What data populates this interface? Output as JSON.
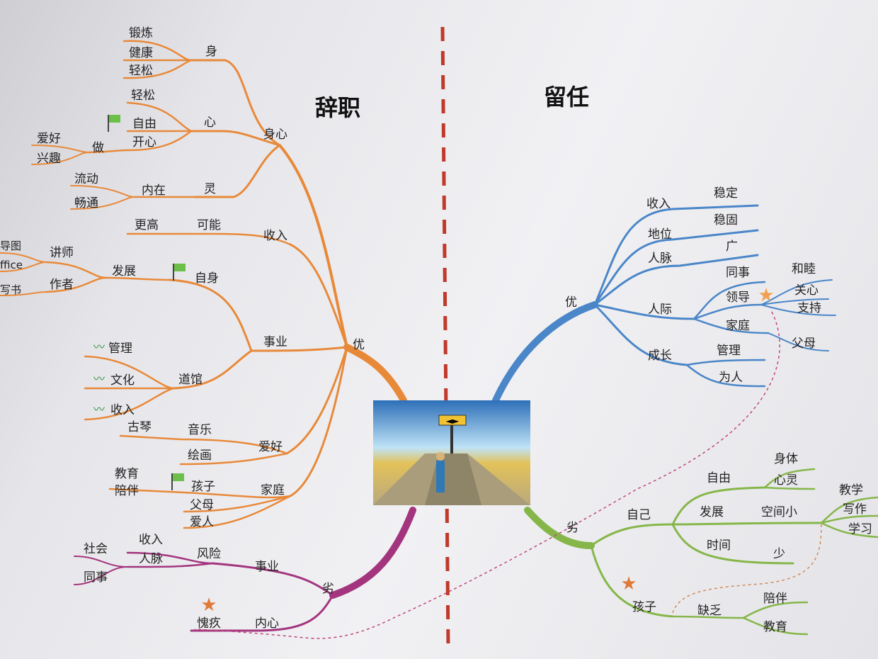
{
  "titles": {
    "quit": "辞职",
    "stay": "留任"
  },
  "colors": {
    "quit_pros": "#e8893a",
    "stay_pros": "#4a86c8",
    "stay_cons": "#86b64a",
    "quit_cons": "#a3357f",
    "divider": "#c0392b",
    "star": "#e07a3a",
    "flag": "#6cc04a"
  },
  "center_image": {
    "icon": "crossroads-photo-icon"
  },
  "quit": {
    "pros": {
      "label": "优",
      "body_mind": {
        "label": "身心",
        "body": {
          "label": "身",
          "items": [
            "锻炼",
            "健康",
            "轻松"
          ]
        },
        "mind": {
          "label": "心",
          "items": [
            "轻松",
            "自由",
            "开心"
          ]
        },
        "do": {
          "label": "做",
          "items": [
            "爱好",
            "兴趣"
          ]
        },
        "spirit": {
          "label": "灵",
          "inner": "内在",
          "items": [
            "流动",
            "畅通"
          ]
        }
      },
      "income": {
        "label": "收入",
        "possible": "可能",
        "higher": "更高"
      },
      "career": {
        "label": "事业",
        "self": {
          "label": "自身",
          "develop": "发展"
        },
        "lecturer": {
          "label": "讲师",
          "items": [
            "导图",
            "ffice"
          ]
        },
        "author": {
          "label": "作者",
          "items": [
            "写书"
          ]
        },
        "dojo": {
          "label": "道馆",
          "items": [
            "管理",
            "文化",
            "收入"
          ]
        }
      },
      "hobby": {
        "label": "爱好",
        "music": "音乐",
        "guqin": "古琴",
        "painting": "绘画"
      },
      "family": {
        "label": "家庭",
        "child": "孩子",
        "child_items": [
          "教育",
          "陪伴"
        ],
        "parents": "父母",
        "spouse": "爱人"
      }
    },
    "cons": {
      "label": "劣",
      "career": {
        "label": "事业",
        "risk": "风险",
        "items": [
          "收入",
          "人脉"
        ],
        "sub_items": [
          "社会",
          "同事"
        ]
      },
      "heart": {
        "label": "内心",
        "guilt": "愧疚"
      }
    }
  },
  "stay": {
    "pros": {
      "label": "优",
      "income": {
        "label": "收入",
        "value": "稳定"
      },
      "status": {
        "label": "地位",
        "value": "稳固"
      },
      "network": {
        "label": "人脉",
        "value": "广"
      },
      "relations": {
        "label": "人际",
        "colleague": "同事",
        "leader": "领导",
        "family": "家庭",
        "items": [
          "和睦",
          "关心",
          "支持",
          "父母"
        ]
      },
      "growth": {
        "label": "成长",
        "items": [
          "管理",
          "为人"
        ]
      }
    },
    "cons": {
      "label": "劣",
      "self": {
        "label": "自己",
        "freedom": {
          "label": "自由",
          "items": [
            "身体",
            "心灵"
          ]
        },
        "develop": {
          "label": "发展",
          "space": "空间小",
          "items": [
            "教学",
            "写作",
            "学习"
          ]
        },
        "time": {
          "label": "时间",
          "value": "少"
        }
      },
      "child": {
        "label": "孩子",
        "lack": "缺乏",
        "items": [
          "陪伴",
          "教育"
        ]
      }
    }
  }
}
